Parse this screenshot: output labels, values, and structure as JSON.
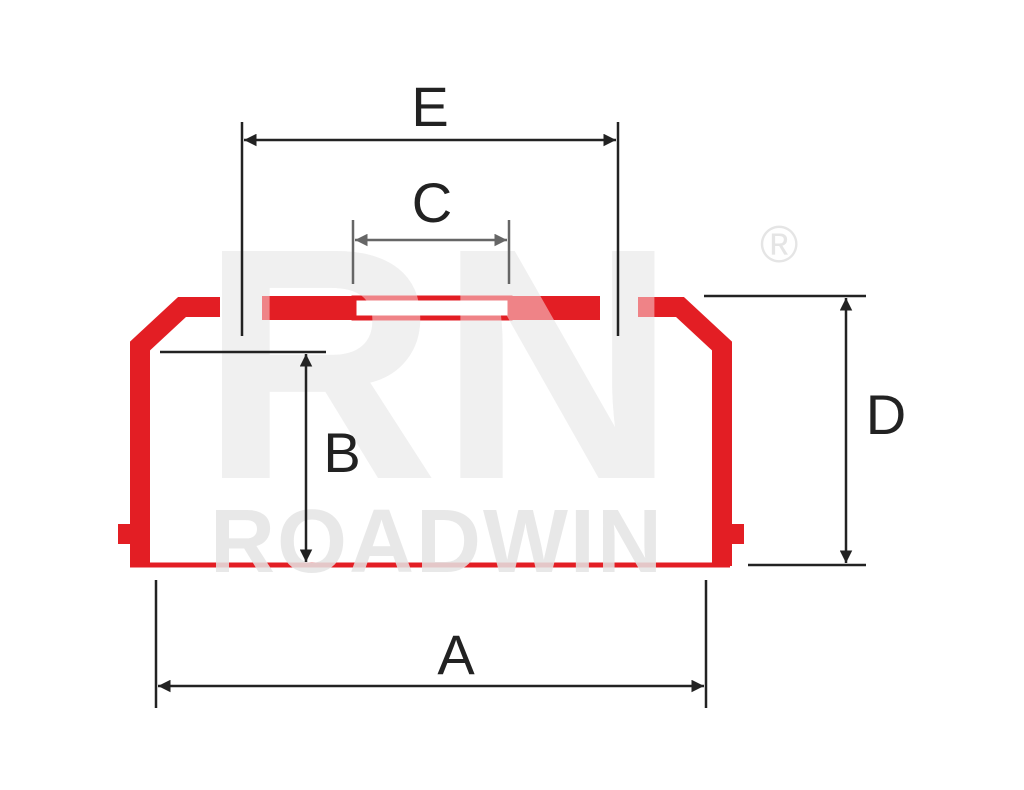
{
  "watermark": {
    "logo_text": "RN",
    "brand_text": "ROADWIN",
    "registered_mark": "®"
  },
  "dimensions": {
    "a": "A",
    "b": "B",
    "c": "C",
    "d": "D",
    "e": "E"
  },
  "colors": {
    "part": "#e31e24",
    "dimension_line": "#222222",
    "watermark": "#e5e5e5"
  }
}
